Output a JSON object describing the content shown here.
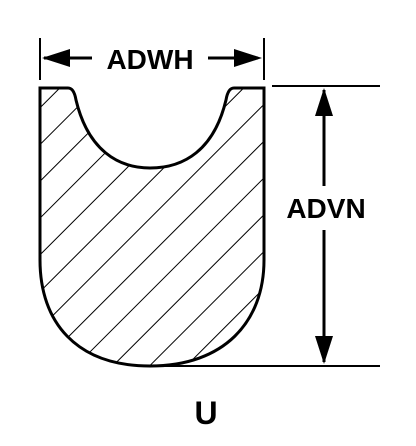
{
  "diagram": {
    "width_label": "ADWH",
    "height_label": "ADVN",
    "shape_label": "U"
  },
  "colors": {
    "line": "#000000",
    "background": "#ffffff"
  }
}
